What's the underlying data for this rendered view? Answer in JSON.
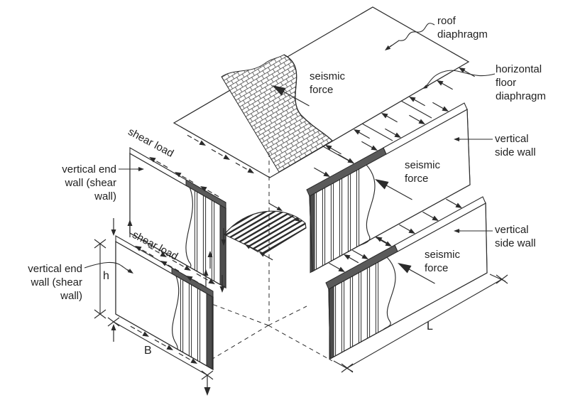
{
  "diagram": {
    "labels": {
      "roof_diaphragm": "roof\ndiaphragm",
      "horizontal_floor_diaphragm": "horizontal\nfloor\ndiaphragm",
      "vertical_side_wall_upper": "vertical\nside wall",
      "vertical_side_wall_lower": "vertical\nside wall",
      "seismic_force_roof": "seismic\nforce",
      "seismic_force_upper": "seismic\nforce",
      "seismic_force_lower": "seismic\nforce",
      "shear_load_upper": "shear load",
      "shear_load_lower": "shear load",
      "vertical_end_wall_upper": "vertical end\nwall (shear\nwall)",
      "vertical_end_wall_lower": "vertical end\nwall (shear\nwall)",
      "dim_height": "h",
      "dim_width": "B",
      "dim_length": "L"
    },
    "colors": {
      "background": "#ffffff",
      "line": "#2b2b2b",
      "text": "#1f1f1f",
      "stud_fill": "#4d4d4d",
      "plate_dark": "#5a5a5a"
    }
  }
}
